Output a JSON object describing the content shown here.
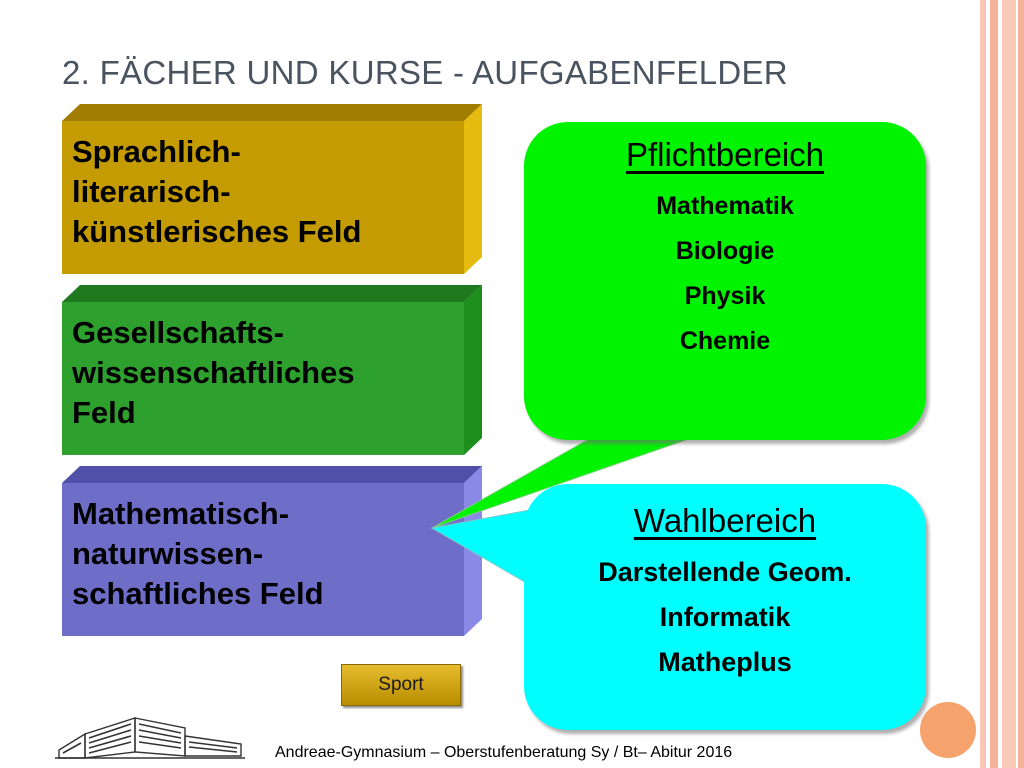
{
  "slide": {
    "title": "2. FÄCHER UND KURSE - AUFGABENFELDER",
    "footer": "Andreae-Gymnasium – Oberstufenberatung Sy / Bt– Abitur 2016"
  },
  "fields": [
    {
      "label": "Sprachlich-\nliterarisch-\nkünstlerisches Feld",
      "front": "#c49b00",
      "top": "#a07c00",
      "side": "#e6bb10"
    },
    {
      "label": "Gesellschafts-\nwissenschaftliches\nFeld",
      "front": "#2ea02e",
      "top": "#1f7a1f",
      "side": "#1c8e1c"
    },
    {
      "label": "Mathematisch-\nnaturwissen-\nschaftliches Feld",
      "front": "#6e6ec8",
      "top": "#5050a8",
      "side": "#8a8ae6"
    }
  ],
  "pflicht": {
    "heading": "Pflichtbereich",
    "items": [
      "Mathematik",
      "Biologie",
      "Physik",
      "Chemie"
    ],
    "color": "#00f400"
  },
  "wahl": {
    "heading": "Wahlbereich",
    "items": [
      "Darstellende Geom.",
      "Informatik",
      "Matheplus"
    ],
    "color": "#00ffff"
  },
  "sport": {
    "label": "Sport"
  },
  "icons": {
    "logo": "school-building-icon",
    "dot": "orange-circle-icon"
  }
}
